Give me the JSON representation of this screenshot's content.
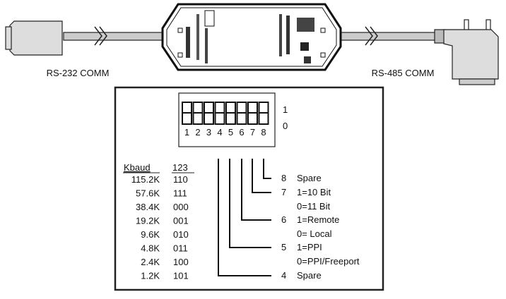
{
  "cable": {
    "left_label": "RS-232 COMM",
    "right_label": "RS-485 COMM"
  },
  "dip_switch": {
    "on_label": "1",
    "off_label": "0",
    "numbers": [
      "1",
      "2",
      "3",
      "4",
      "5",
      "6",
      "7",
      "8"
    ]
  },
  "baud_table": {
    "headers": [
      "Kbaud",
      "123"
    ],
    "rows": [
      [
        "115.2K",
        "110"
      ],
      [
        "57.6K",
        "111"
      ],
      [
        "38.4K",
        "000"
      ],
      [
        "19.2K",
        "001"
      ],
      [
        "9.6K",
        "010"
      ],
      [
        "4.8K",
        "011"
      ],
      [
        "2.4K",
        "100"
      ],
      [
        "1.2K",
        "101"
      ]
    ]
  },
  "switch_legend": [
    {
      "num": "8",
      "line1": "Spare",
      "line2": ""
    },
    {
      "num": "7",
      "line1": "1=10 Bit",
      "line2": "0=11 Bit"
    },
    {
      "num": "6",
      "line1": "1=Remote",
      "line2": "0= Local"
    },
    {
      "num": "5",
      "line1": "1=PPI",
      "line2": "0=PPI/Freeport"
    },
    {
      "num": "4",
      "line1": "Spare",
      "line2": ""
    }
  ]
}
